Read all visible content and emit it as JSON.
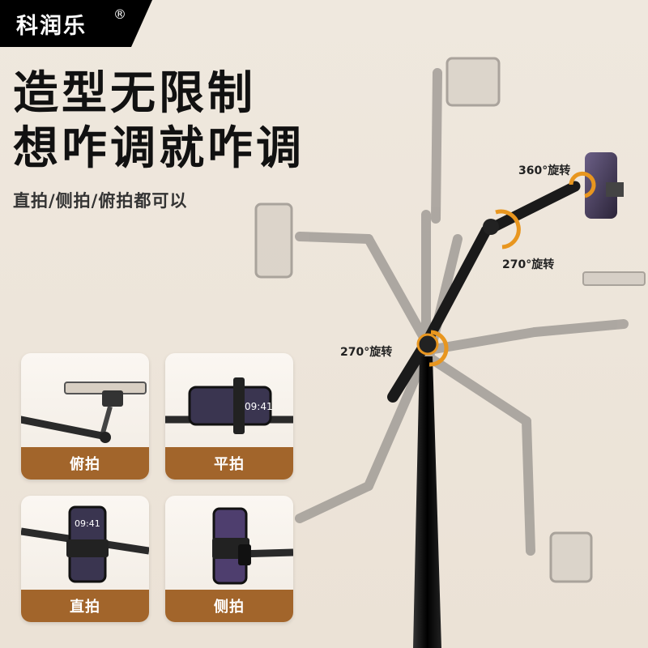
{
  "brand": {
    "name": "科润乐",
    "mark": "®"
  },
  "headline": {
    "line1": "造型无限制",
    "line2": "想咋调就咋调"
  },
  "subtitle": "直拍/侧拍/俯拍都可以",
  "rotation_labels": {
    "top": "360°旋转",
    "middle": "270°旋转",
    "joint": "270°旋转"
  },
  "cards": [
    {
      "label": "俯拍"
    },
    {
      "label": "平拍",
      "clock": "09:41"
    },
    {
      "label": "直拍",
      "clock": "09:41"
    },
    {
      "label": "侧拍"
    }
  ],
  "colors": {
    "accent": "#a2652b",
    "arrow": "#e8961f",
    "arm": "#a39e98",
    "pole": "#111111"
  }
}
